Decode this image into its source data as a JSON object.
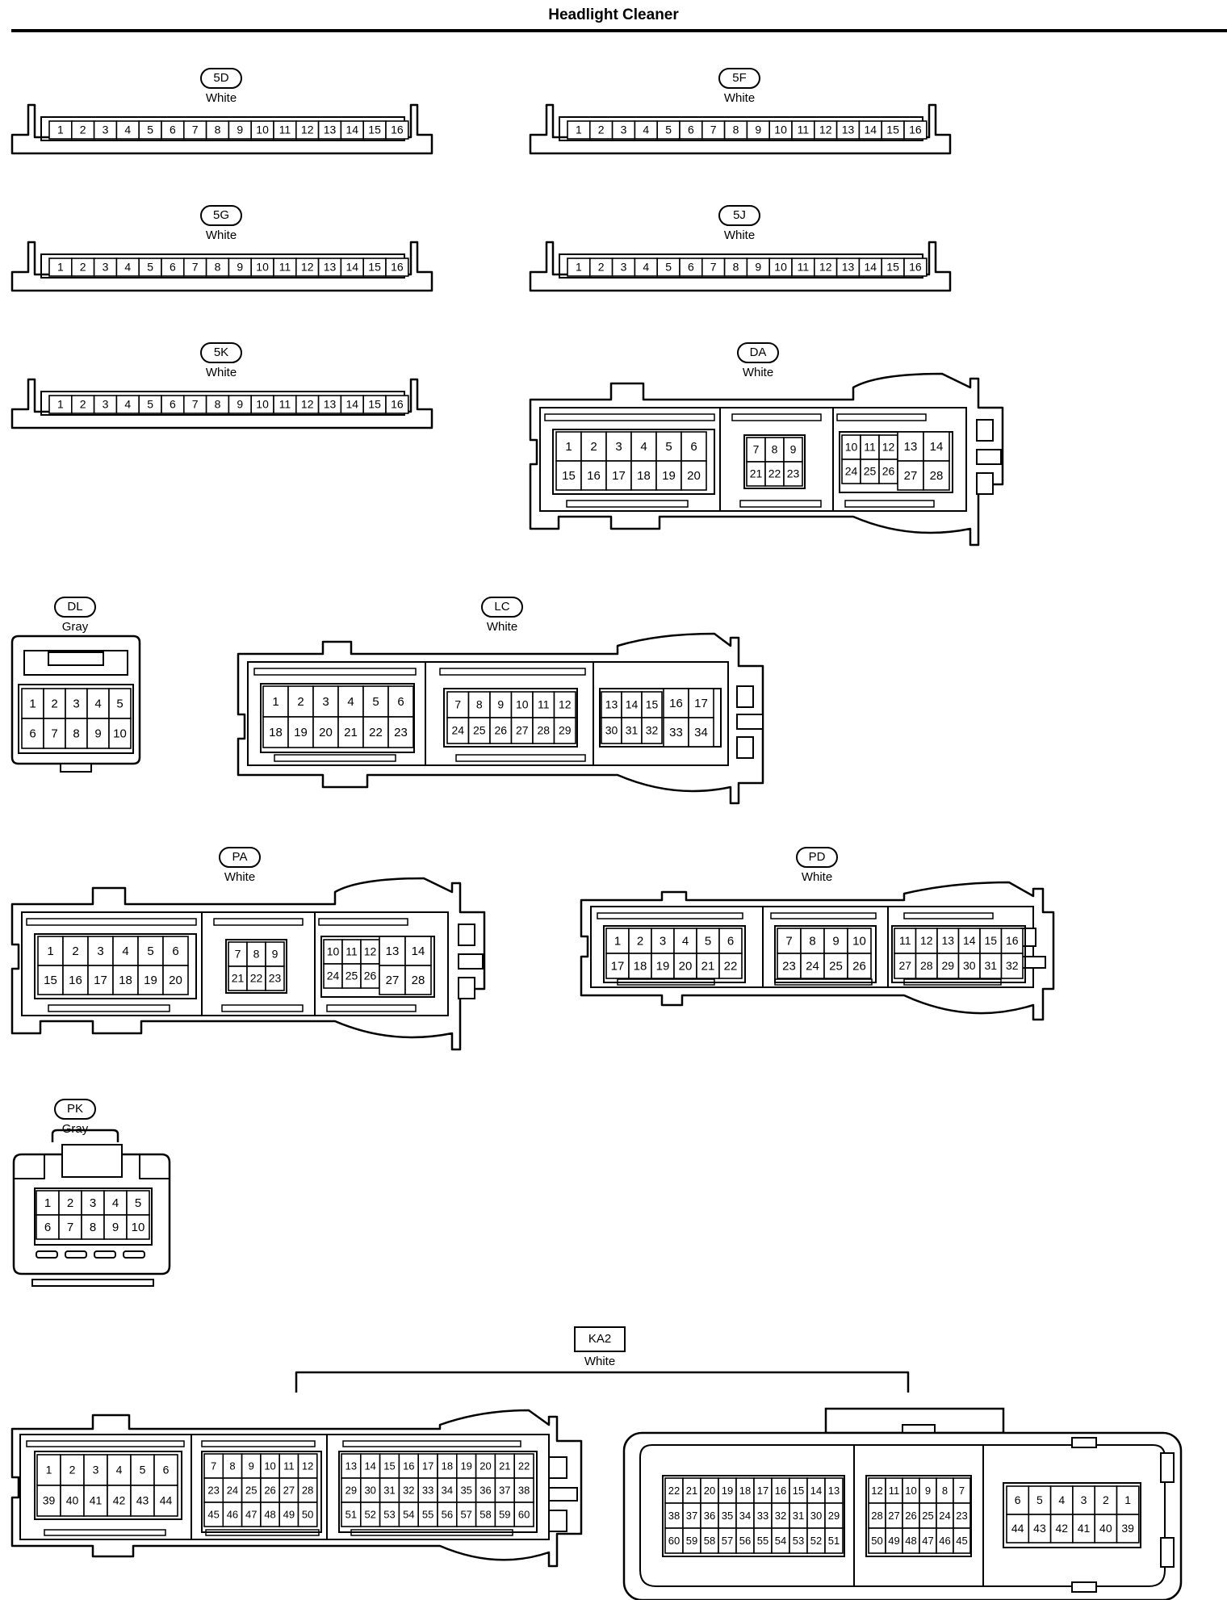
{
  "title": "Headlight Cleaner",
  "connectors": [
    {
      "id": "5D",
      "color": "White",
      "pins": [
        "1",
        "2",
        "3",
        "4",
        "5",
        "6",
        "7",
        "8",
        "9",
        "10",
        "11",
        "12",
        "13",
        "14",
        "15",
        "16"
      ]
    },
    {
      "id": "5F",
      "color": "White",
      "pins": [
        "1",
        "2",
        "3",
        "4",
        "5",
        "6",
        "7",
        "8",
        "9",
        "10",
        "11",
        "12",
        "13",
        "14",
        "15",
        "16"
      ]
    },
    {
      "id": "5G",
      "color": "White",
      "pins": [
        "1",
        "2",
        "3",
        "4",
        "5",
        "6",
        "7",
        "8",
        "9",
        "10",
        "11",
        "12",
        "13",
        "14",
        "15",
        "16"
      ]
    },
    {
      "id": "5J",
      "color": "White",
      "pins": [
        "1",
        "2",
        "3",
        "4",
        "5",
        "6",
        "7",
        "8",
        "9",
        "10",
        "11",
        "12",
        "13",
        "14",
        "15",
        "16"
      ]
    },
    {
      "id": "5K",
      "color": "White",
      "pins": [
        "1",
        "2",
        "3",
        "4",
        "5",
        "6",
        "7",
        "8",
        "9",
        "10",
        "11",
        "12",
        "13",
        "14",
        "15",
        "16"
      ]
    },
    {
      "id": "DA",
      "color": "White",
      "groups": [
        [
          [
            "1",
            "2",
            "3",
            "4",
            "5",
            "6"
          ],
          [
            "15",
            "16",
            "17",
            "18",
            "19",
            "20"
          ]
        ],
        [
          [
            "7",
            "8",
            "9"
          ],
          [
            "21",
            "22",
            "23"
          ]
        ],
        [
          [
            "10",
            "11",
            "12",
            "13",
            "14"
          ],
          [
            "24",
            "25",
            "26",
            "27",
            "28"
          ]
        ]
      ]
    },
    {
      "id": "DL",
      "color": "Gray",
      "groups": [
        [
          [
            "1",
            "2",
            "3",
            "4",
            "5"
          ],
          [
            "6",
            "7",
            "8",
            "9",
            "10"
          ]
        ]
      ]
    },
    {
      "id": "LC",
      "color": "White",
      "groups": [
        [
          [
            "1",
            "2",
            "3",
            "4",
            "5",
            "6"
          ],
          [
            "18",
            "19",
            "20",
            "21",
            "22",
            "23"
          ]
        ],
        [
          [
            "7",
            "8",
            "9",
            "10",
            "11",
            "12"
          ],
          [
            "24",
            "25",
            "26",
            "27",
            "28",
            "29"
          ]
        ],
        [
          [
            "13",
            "14",
            "15",
            "16",
            "17"
          ],
          [
            "30",
            "31",
            "32",
            "33",
            "34"
          ]
        ]
      ]
    },
    {
      "id": "PA",
      "color": "White",
      "groups": [
        [
          [
            "1",
            "2",
            "3",
            "4",
            "5",
            "6"
          ],
          [
            "15",
            "16",
            "17",
            "18",
            "19",
            "20"
          ]
        ],
        [
          [
            "7",
            "8",
            "9"
          ],
          [
            "21",
            "22",
            "23"
          ]
        ],
        [
          [
            "10",
            "11",
            "12",
            "13",
            "14"
          ],
          [
            "24",
            "25",
            "26",
            "27",
            "28"
          ]
        ]
      ]
    },
    {
      "id": "PD",
      "color": "White",
      "groups": [
        [
          [
            "1",
            "2",
            "3",
            "4",
            "5",
            "6"
          ],
          [
            "17",
            "18",
            "19",
            "20",
            "21",
            "22"
          ]
        ],
        [
          [
            "7",
            "8",
            "9",
            "10"
          ],
          [
            "23",
            "24",
            "25",
            "26"
          ]
        ],
        [
          [
            "11",
            "12",
            "13",
            "14",
            "15",
            "16"
          ],
          [
            "27",
            "28",
            "29",
            "30",
            "31",
            "32"
          ]
        ]
      ]
    },
    {
      "id": "PK",
      "color": "Gray",
      "groups": [
        [
          [
            "1",
            "2",
            "3",
            "4",
            "5"
          ],
          [
            "6",
            "7",
            "8",
            "9",
            "10"
          ]
        ]
      ]
    },
    {
      "id": "KA2",
      "color": "White",
      "left_groups": [
        [
          [
            "1",
            "2",
            "3",
            "4",
            "5",
            "6"
          ],
          [
            "39",
            "40",
            "41",
            "42",
            "43",
            "44"
          ]
        ],
        [
          [
            "7",
            "8",
            "9",
            "10",
            "11",
            "12"
          ],
          [
            "23",
            "24",
            "25",
            "26",
            "27",
            "28"
          ],
          [
            "45",
            "46",
            "47",
            "48",
            "49",
            "50"
          ]
        ],
        [
          [
            "13",
            "14",
            "15",
            "16",
            "17",
            "18",
            "19",
            "20",
            "21",
            "22"
          ],
          [
            "29",
            "30",
            "31",
            "32",
            "33",
            "34",
            "35",
            "36",
            "37",
            "38"
          ],
          [
            "51",
            "52",
            "53",
            "54",
            "55",
            "56",
            "57",
            "58",
            "59",
            "60"
          ]
        ]
      ],
      "right_groups": [
        [
          [
            "22",
            "21",
            "20",
            "19",
            "18",
            "17",
            "16",
            "15",
            "14",
            "13"
          ],
          [
            "38",
            "37",
            "36",
            "35",
            "34",
            "33",
            "32",
            "31",
            "30",
            "29"
          ],
          [
            "60",
            "59",
            "58",
            "57",
            "56",
            "55",
            "54",
            "53",
            "52",
            "51"
          ]
        ],
        [
          [
            "12",
            "11",
            "10",
            "9",
            "8",
            "7"
          ],
          [
            "28",
            "27",
            "26",
            "25",
            "24",
            "23"
          ],
          [
            "50",
            "49",
            "48",
            "47",
            "46",
            "45"
          ]
        ],
        [
          [
            "6",
            "5",
            "4",
            "3",
            "2",
            "1"
          ],
          [
            "44",
            "43",
            "42",
            "41",
            "40",
            "39"
          ]
        ]
      ]
    }
  ]
}
